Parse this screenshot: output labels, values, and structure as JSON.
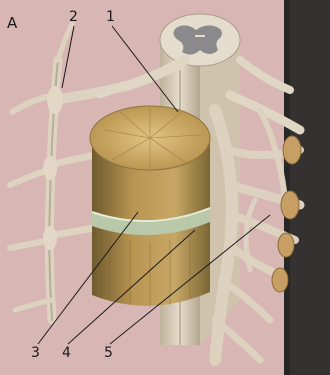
{
  "figure": {
    "panel_label": "A",
    "callouts": [
      {
        "id": "1",
        "text": "1"
      },
      {
        "id": "2",
        "text": "2"
      },
      {
        "id": "3",
        "text": "3"
      },
      {
        "id": "4",
        "text": "4"
      },
      {
        "id": "5",
        "text": "5"
      }
    ]
  },
  "colors": {
    "background": "#d7b6b4",
    "tissue": "#ded3c0",
    "vertebral_body": "#a68a4e",
    "bone_top": "#d3b06a",
    "disc": "#b9c8a8",
    "grey_matter": "#8a8a8c",
    "dark_strip": "#2a2a2a"
  }
}
